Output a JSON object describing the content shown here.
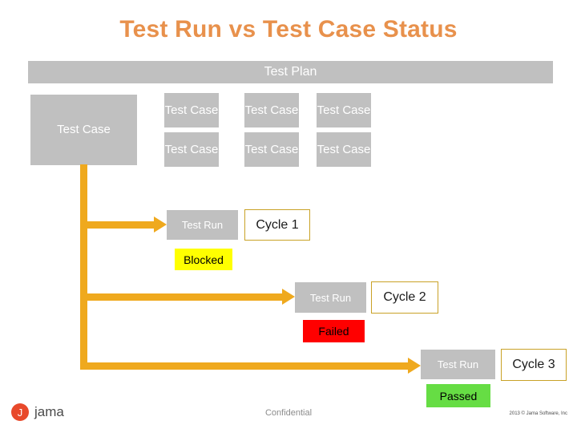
{
  "slide": {
    "title": "Test Run vs Test Case Status",
    "title_color": "#E8914C",
    "background": "#ffffff"
  },
  "test_plan": {
    "label": "Test Plan",
    "fill": "#C0C0C0",
    "text_color": "#ffffff"
  },
  "test_case_group": {
    "main_label": "Test Case",
    "grid_label": "Test Case",
    "grid": [
      {
        "label": "Test Case"
      },
      {
        "label": "Test Case"
      },
      {
        "label": "Test Case"
      },
      {
        "label": "Test Case"
      },
      {
        "label": "Test Case"
      },
      {
        "label": "Test Case"
      }
    ],
    "fill": "#C0C0C0",
    "text_color": "#ffffff"
  },
  "cycles": [
    {
      "run_label": "Test Run",
      "cycle_label": "Cycle 1",
      "status_label": "Blocked",
      "status_color": "#FFFF00"
    },
    {
      "run_label": "Test Run",
      "cycle_label": "Cycle 2",
      "status_label": "Failed",
      "status_color": "#FF0000"
    },
    {
      "run_label": "Test Run",
      "cycle_label": "Cycle 3",
      "status_label": "Passed",
      "status_color": "#66DD44"
    }
  ],
  "connector": {
    "color": "#EFA91E"
  },
  "footer": {
    "logo_letter": "J",
    "logo_word": "jama",
    "logo_color": "#E8492B",
    "confidential": "Confidential",
    "copyright": "2013 © Jama Software, Inc"
  }
}
